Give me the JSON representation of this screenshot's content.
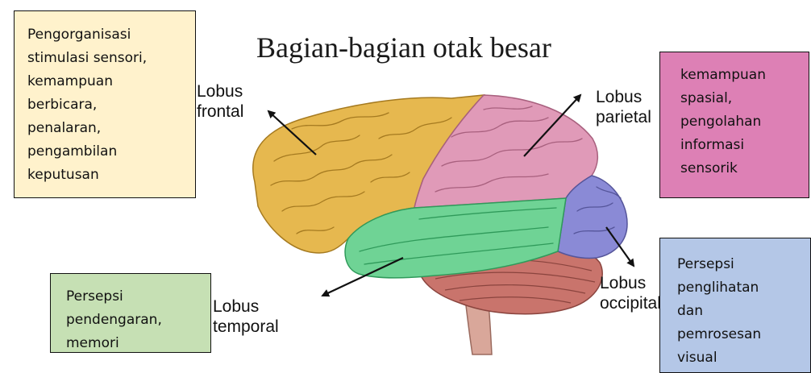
{
  "title": "Bagian-bagian otak besar",
  "labels": {
    "frontal": "Lobus\nfrontal",
    "parietal": "Lobus\nparietal",
    "temporal": "Lobus\ntemporal",
    "occipital": "Lobus\noccipital"
  },
  "boxes": {
    "frontal": "Pengorganisasi\nstimulasi sensori,\nkemampuan\nberbicara,\npenalaran,\npengambilan\nkeputusan",
    "parietal": "kemampuan\nspasial,\npengolahan\ninformasi\nsensorik",
    "temporal": "Persepsi\npendengaran,\nmemori",
    "occipital": "Persepsi\npenglihatan\ndan\npemrosesan\nvisual"
  },
  "colors": {
    "frontal_lobe": "#e6b84f",
    "parietal_lobe": "#e09ab8",
    "temporal_lobe": "#6fd395",
    "occipital_lobe": "#8a8ad6",
    "cerebellum": "#c9746c",
    "brainstem": "#d9a79a",
    "box_frontal": "#fff2cc",
    "box_parietal": "#dd80b5",
    "box_temporal": "#c6e0b4",
    "box_occipital": "#b4c7e7"
  }
}
